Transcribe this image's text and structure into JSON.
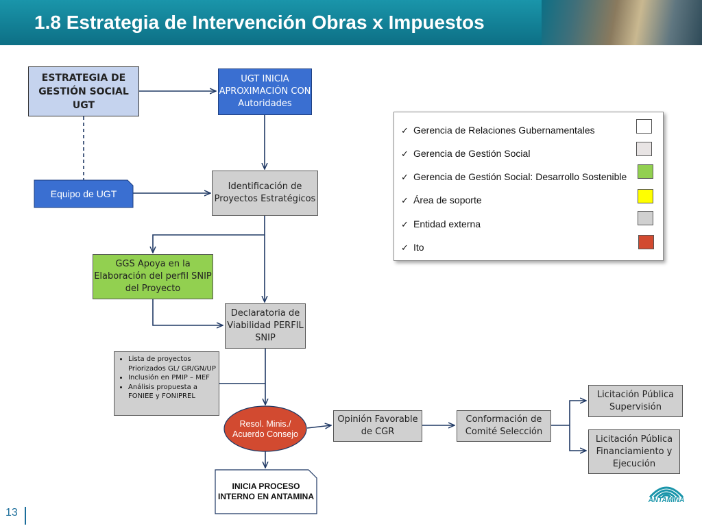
{
  "slide": {
    "title": "1.8 Estrategia de Intervención Obras x Impuestos",
    "page_number": "13",
    "logo_text": "ANTAMINA"
  },
  "nodes": {
    "estrategia": "ESTRATEGIA DE GESTIÓN  SOCIAL UGT",
    "ugt_inicia": "UGT  INICIA APROXIMACIÓN CON Autoridades",
    "equipo": "Equipo de UGT",
    "identificacion": "Identificación de Proyectos Estratégicos",
    "ggs": "GGS Apoya en la Elaboración del perfil SNIP del Proyecto",
    "declaratoria": "Declaratoria de Viabilidad PERFIL SNIP",
    "resol": "Resol. Minis./ Acuerdo Consejo",
    "opinion": "Opinión Favorable de CGR",
    "conformacion": "Conformación de Comité Selección",
    "licitacion_supervision": "Licitación Pública Supervisión",
    "licitacion_financiamiento": "Licitación Pública Financiamiento y Ejecución",
    "inicia_proceso": "INICIA PROCESO INTERNO EN ANTAMINA"
  },
  "bullets": [
    "Lista de proyectos Priorizados  GL/ GR/GN/UP",
    "Inclusión en PMIP – MEF",
    "Análisis  propuesta a FONIEE y  FONIPREL"
  ],
  "legend": [
    {
      "label": "Gerencia de Relaciones Gubernamentales",
      "color": "#ffffff"
    },
    {
      "label": "Gerencia de Gestión Social",
      "color": "#e8e4e4"
    },
    {
      "label": "Gerencia de Gestión Social: Desarrollo Sostenible",
      "color": "#92d050"
    },
    {
      "label": "Área de soporte",
      "color": "#ffff00"
    },
    {
      "label": "Entidad externa",
      "color": "#d0d0d0"
    },
    {
      "label": "Ito",
      "color": "#d24a30"
    }
  ],
  "colors": {
    "header": "#1a95aa",
    "blue_box": "#3a6fd1",
    "light_blue_box": "#c5d3ee",
    "gray_box": "#d0d0d0",
    "green_box": "#92d050",
    "red_oval": "#d24a30",
    "connector": "#1f3864"
  }
}
